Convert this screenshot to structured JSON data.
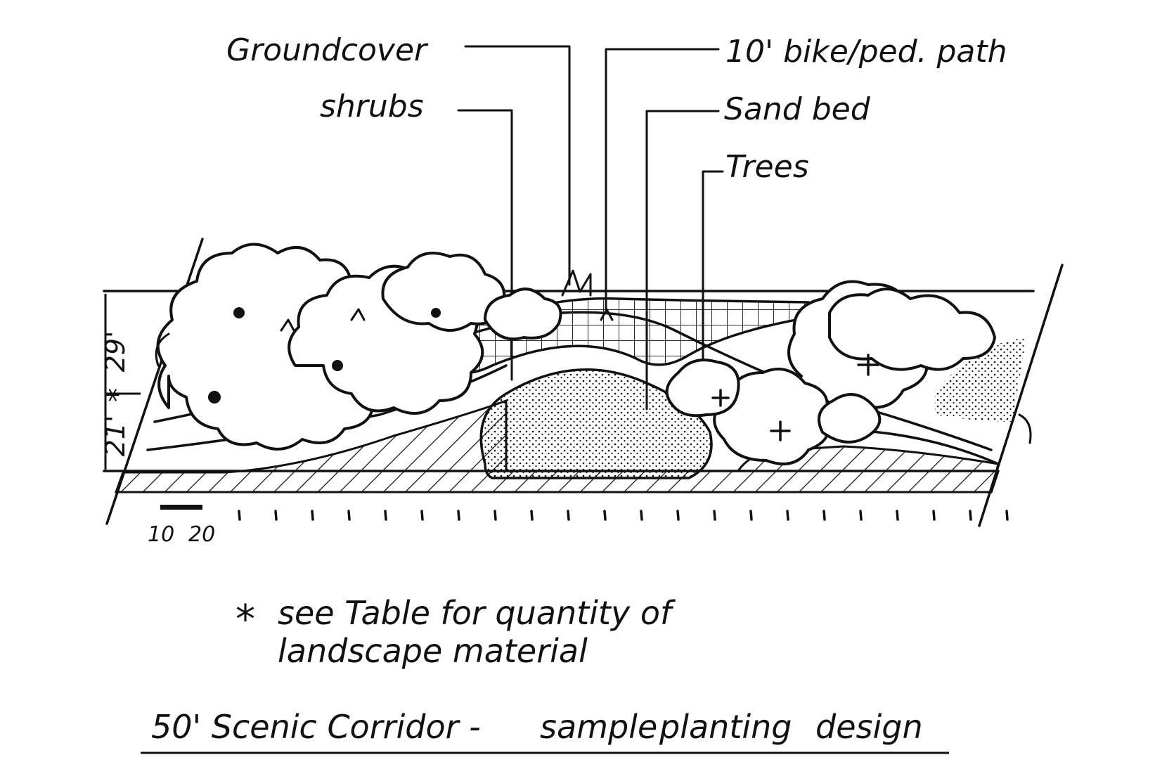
{
  "labels": {
    "groundcover": "Groundcover",
    "bike_path": "10' bike/ped. path",
    "shrubs": "shrubs",
    "sand_bed": "Sand bed",
    "trees": "Trees"
  },
  "dimensions": {
    "top": "29'",
    "bottom": "21'",
    "separator": "*"
  },
  "scale_bar": {
    "left": "10",
    "right": "20"
  },
  "note": {
    "star": "*",
    "line1": "see Table  for quantity of",
    "line2": "landscape  material"
  },
  "title": {
    "part1": "50' Scenic Corridor -",
    "part2": "sample",
    "part3": "planting",
    "part4": "design"
  }
}
